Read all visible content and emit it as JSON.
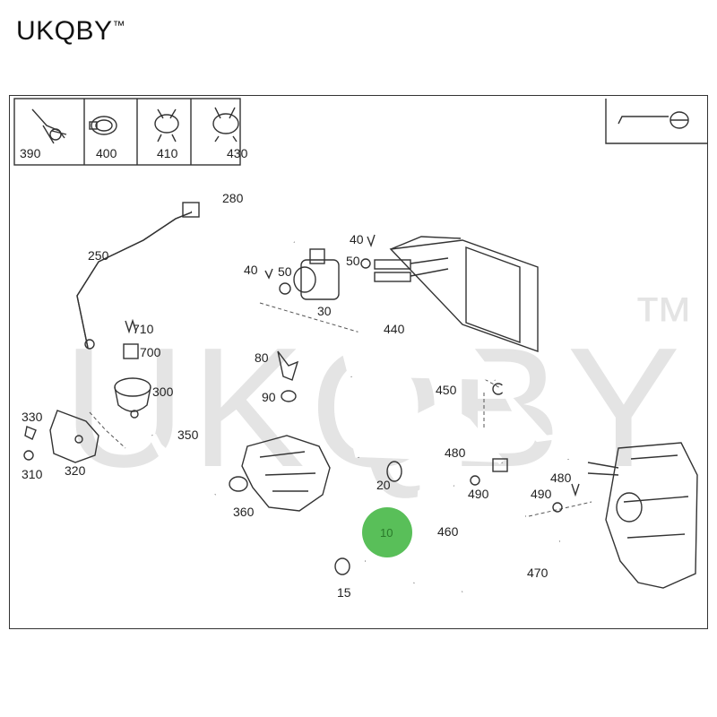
{
  "brand": {
    "name": "UKQBY",
    "mark": "™"
  },
  "watermark": {
    "text": "UKQBY",
    "mark": "™"
  },
  "legend": [
    {
      "id": "390",
      "icon": "sensor-clip-icon"
    },
    {
      "id": "400",
      "icon": "hose-clamp-icon"
    },
    {
      "id": "410",
      "icon": "spring-clamp-icon"
    },
    {
      "id": "430",
      "icon": "spring-clamp-icon"
    }
  ],
  "callouts": {
    "p10": "10",
    "p15": "15",
    "p20": "20",
    "p30": "30",
    "p40a": "40",
    "p40b": "40",
    "p50a": "50",
    "p50b": "50",
    "p80": "80",
    "p90": "90",
    "p250": "250",
    "p280": "280",
    "p300": "300",
    "p310": "310",
    "p320": "320",
    "p330": "330",
    "p350": "350",
    "p360": "360",
    "p440": "440",
    "p450": "450",
    "p460": "460",
    "p470": "470",
    "p480a": "480",
    "p480b": "480",
    "p490a": "490",
    "p490b": "490",
    "p700": "700",
    "p710": "710"
  },
  "highlight": {
    "label": "10",
    "color": "#3cb43c"
  }
}
